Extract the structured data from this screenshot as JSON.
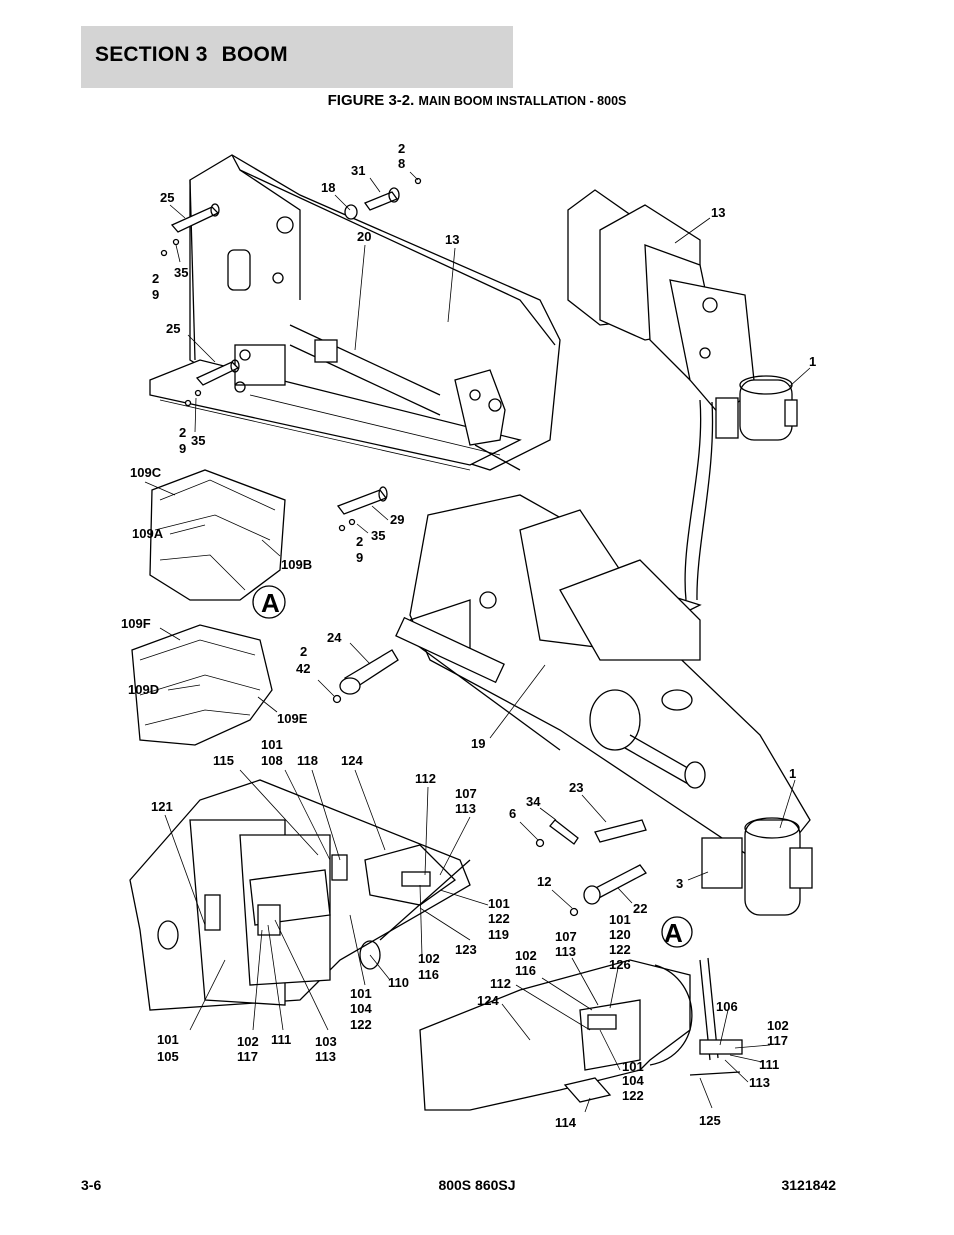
{
  "header": {
    "section_label": "SECTION 3",
    "section_name": "BOOM"
  },
  "figure": {
    "number": "FIGURE 3-2.",
    "title": "MAIN BOOM INSTALLATION - 800S"
  },
  "callouts": {
    "top_left": [
      "25",
      "35",
      "2",
      "9",
      "25",
      "2",
      "9",
      "35",
      "18",
      "31",
      "2",
      "8",
      "20",
      "13"
    ],
    "top_right": [
      "13",
      "1"
    ],
    "chains": [
      "109C",
      "109A",
      "109B",
      "109F",
      "109D",
      "109E",
      "A"
    ],
    "middle": [
      "29",
      "35",
      "2",
      "9",
      "24",
      "2",
      "42",
      "19",
      "1",
      "23",
      "34",
      "6",
      "3",
      "12",
      "22"
    ],
    "bottom_left": [
      "115",
      "101",
      "108",
      "118",
      "124",
      "121",
      "112",
      "107",
      "113",
      "101",
      "122",
      "119",
      "102",
      "116",
      "123",
      "110",
      "101",
      "104",
      "122",
      "101",
      "105",
      "102",
      "117",
      "111",
      "103",
      "113"
    ],
    "bottom_right": [
      "A",
      "101",
      "120",
      "122",
      "126",
      "107",
      "113",
      "102",
      "116",
      "112",
      "124",
      "106",
      "102",
      "117",
      "111",
      "113",
      "101",
      "104",
      "122",
      "114",
      "125"
    ]
  },
  "footer": {
    "page": "3-6",
    "model": "800S 860SJ",
    "doc_number": "3121842"
  }
}
